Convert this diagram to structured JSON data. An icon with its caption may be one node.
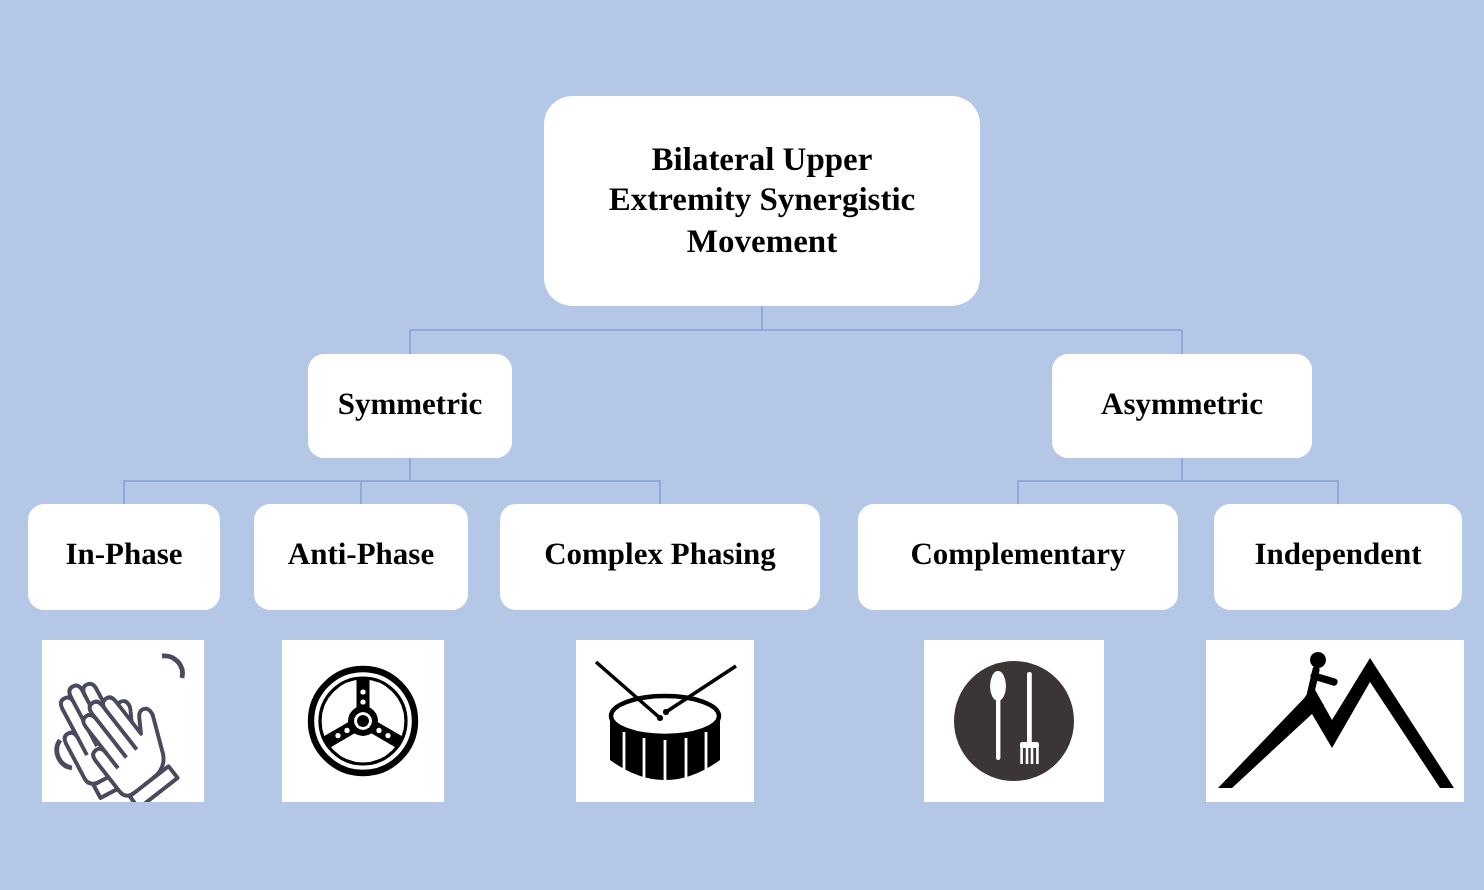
{
  "diagram": {
    "nodes": [
      {
        "text": [
          "Bilateral Upper Extremity Synergistic Movement"
        ]
      },
      {
        "text": [
          "Symmetric"
        ]
      },
      {
        "text": [
          "Asymmetric"
        ]
      },
      {
        "text": [
          "In-Phase"
        ]
      },
      {
        "text": [
          "Anti-Phase"
        ]
      },
      {
        "text": [
          "Complex Phasing"
        ]
      },
      {
        "text": [
          "Complementary"
        ]
      },
      {
        "text": [
          "Independent"
        ]
      },
      {
        "text": [],
        "shape": "picture"
      },
      {
        "text": [],
        "shape": "picture"
      },
      {
        "text": [],
        "shape": "picture"
      },
      {
        "text": [],
        "shape": "picture"
      },
      {
        "text": [],
        "shape": "picture"
      }
    ],
    "edges": [
      {
        "from": 0,
        "to": 1,
        "arrow": "none"
      },
      {
        "from": 0,
        "to": 2,
        "arrow": "none"
      },
      {
        "from": 1,
        "to": 3,
        "arrow": "none"
      },
      {
        "from": 1,
        "to": 4,
        "arrow": "none"
      },
      {
        "from": 1,
        "to": 5,
        "arrow": "none"
      },
      {
        "from": 2,
        "to": 6,
        "arrow": "none"
      },
      {
        "from": 2,
        "to": 7,
        "arrow": "none"
      }
    ]
  }
}
